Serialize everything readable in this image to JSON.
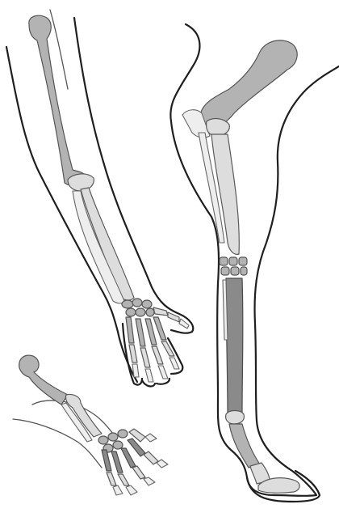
{
  "figure": {
    "subject": "",
    "panels": [
      {
        "id": "human-arm",
        "kind": "human forelimb skeleton"
      },
      {
        "id": "horse-leg",
        "kind": "horse forelimb skeleton"
      },
      {
        "id": "cat-paw",
        "kind": "cat forelimb skeleton"
      }
    ]
  },
  "colors": {
    "background": "#ffffff",
    "outline": "#1f1f1f",
    "bone_dark": "#8a8a8a",
    "bone_mid": "#b3b3b3",
    "bone_light": "#dddddd",
    "bone_pale": "#eeeeee"
  }
}
